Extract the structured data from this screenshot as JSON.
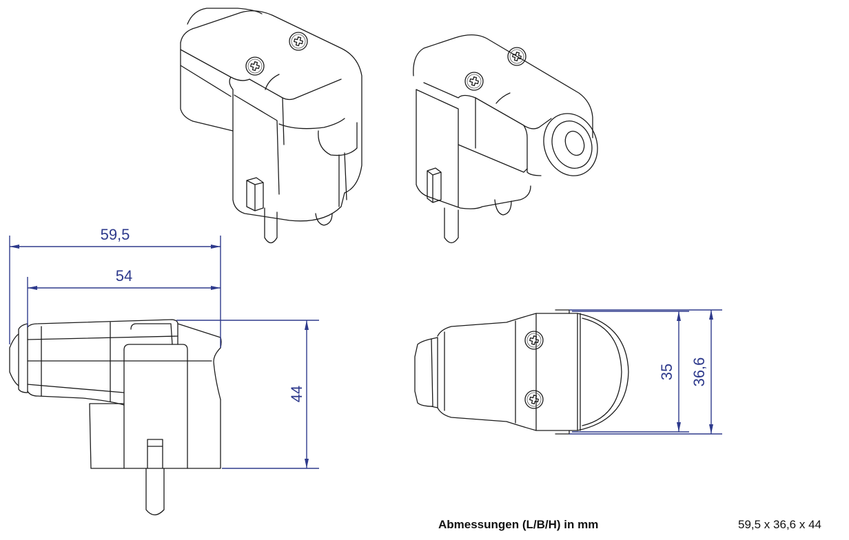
{
  "drawing": {
    "subject": "angled plug (Schuko) technical drawing",
    "views": [
      "isometric-left",
      "isometric-right",
      "side-view",
      "top-view"
    ],
    "dimension_color": "#2e3a8c",
    "line_color": "#1a1a1a"
  },
  "dimensions": {
    "overall_length": "59,5",
    "body_length": "54",
    "height": "44",
    "inner_width": "35",
    "overall_width": "36,6"
  },
  "caption": {
    "label": "Abmessungen (L/B/H) in mm",
    "value": "59,5 x 36,6 x 44"
  }
}
